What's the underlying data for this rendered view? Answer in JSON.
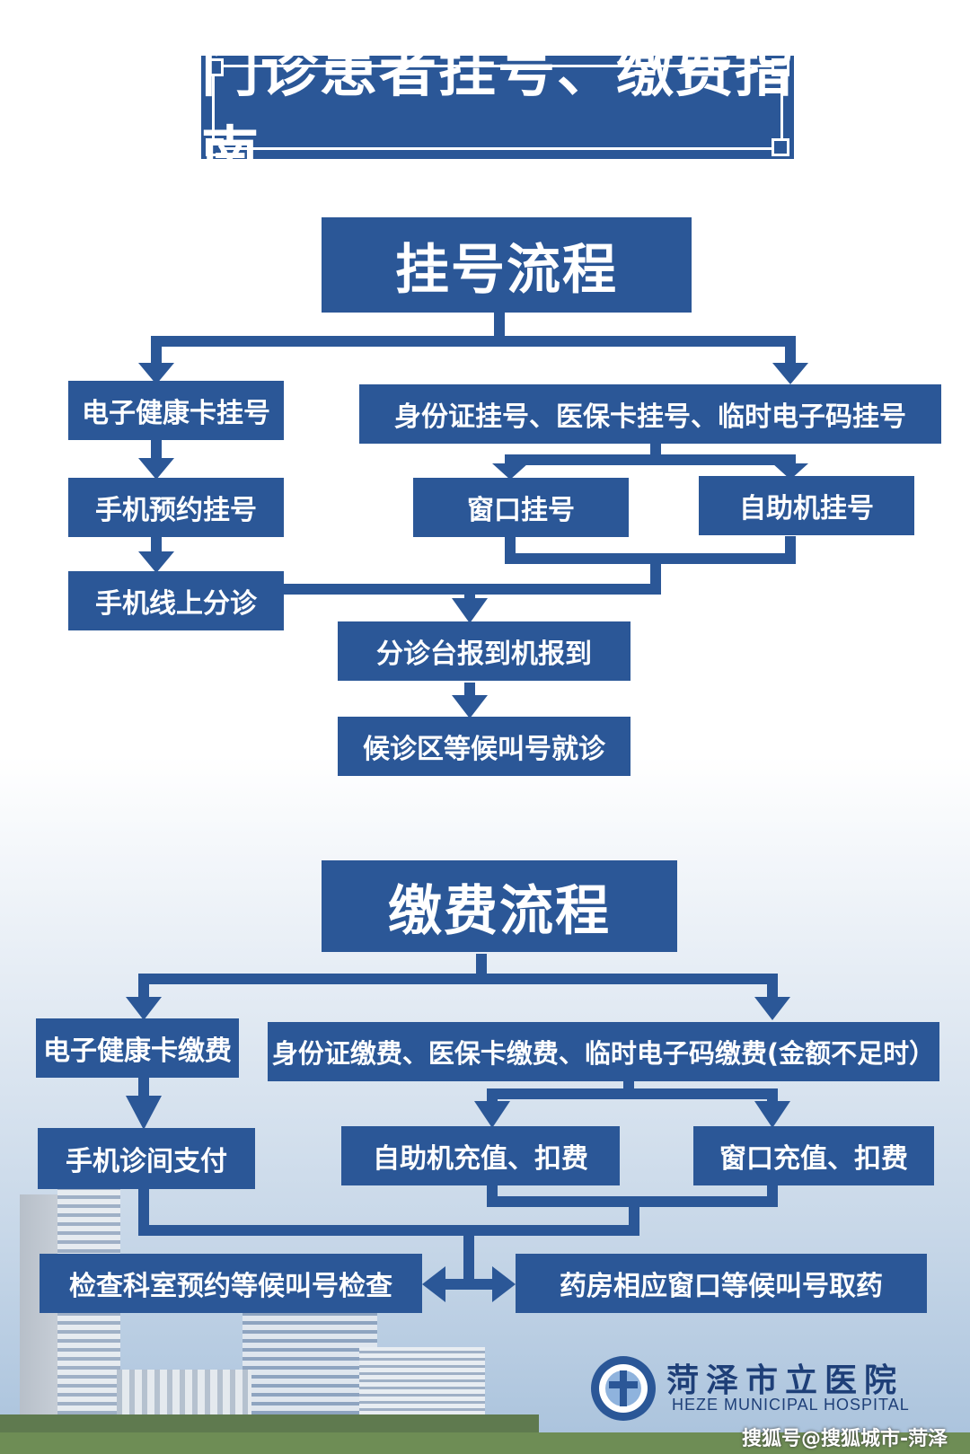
{
  "title": "门诊患者挂号、缴费指南",
  "registration": {
    "heading": "挂号流程",
    "ehealth_card": "电子健康卡挂号",
    "id_card": "身份证挂号、医保卡挂号、临时电子码挂号",
    "mobile_booking": "手机预约挂号",
    "window": "窗口挂号",
    "kiosk": "自助机挂号",
    "online_triage": "手机线上分诊",
    "triage_checkin": "分诊台报到机报到",
    "waiting": "候诊区等候叫号就诊"
  },
  "payment": {
    "heading": "缴费流程",
    "ehealth_card": "电子健康卡缴费",
    "id_card": "身份证缴费、医保卡缴费、临时电子码缴费(金额不足时）",
    "mobile_pay": "手机诊间支付",
    "kiosk": "自助机充值、扣费",
    "window": "窗口充值、扣费",
    "exam": "检查科室预约等候叫号检查",
    "pharmacy": "药房相应窗口等候叫号取药"
  },
  "footer": {
    "hospital_name": "菏泽市立医院",
    "hospital_en": "HEZE  MUNICIPAL  HOSPITAL",
    "watermark": "搜狐号@搜狐城市-菏泽"
  },
  "colors": {
    "box": "#2b5797",
    "text": "#ffffff"
  },
  "icons": [
    "hospital-logo-icon",
    "arrow-down-icon",
    "arrow-left-icon",
    "arrow-right-icon"
  ]
}
